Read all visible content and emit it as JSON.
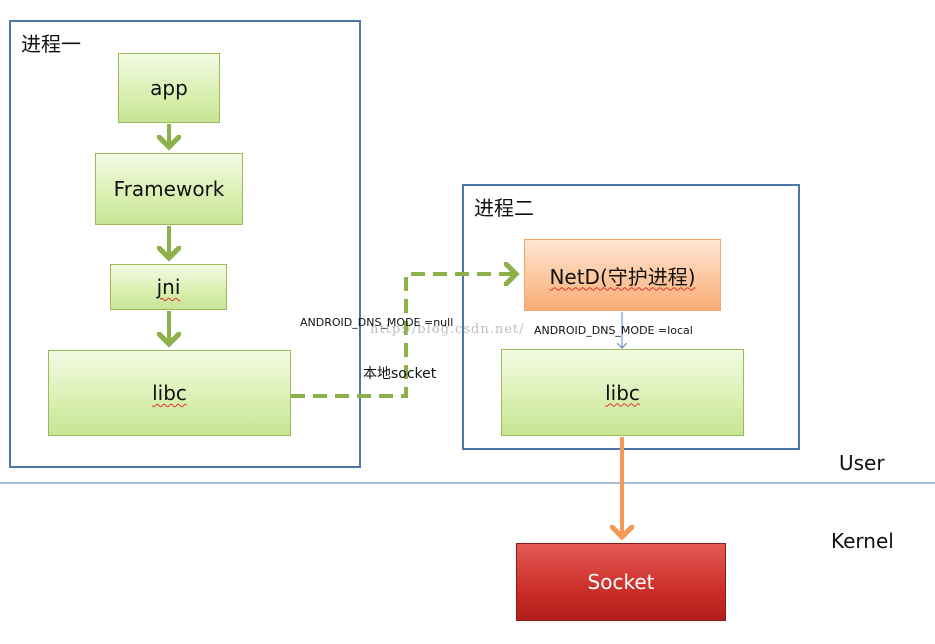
{
  "process1": {
    "title": "进程一",
    "app": "app",
    "framework": "Framework",
    "jni": "jni",
    "libc": "libc"
  },
  "process2": {
    "title": "进程二",
    "netd": "NetD(守护进程)",
    "libc": "libc"
  },
  "labels": {
    "mode_null": "ANDROID_DNS_MODE =null",
    "local_socket": "本地socket",
    "mode_local": "ANDROID_DNS_MODE =local",
    "watermark": "http://blog.csdn.net/"
  },
  "layers": {
    "user": "User",
    "kernel": "Kernel"
  },
  "kernel_box": {
    "socket": "Socket"
  },
  "colors": {
    "process_border": "#4a76a8",
    "green_arrow": "#8db04a",
    "orange_arrow": "#f39a57",
    "divider": "#6f93c2"
  }
}
